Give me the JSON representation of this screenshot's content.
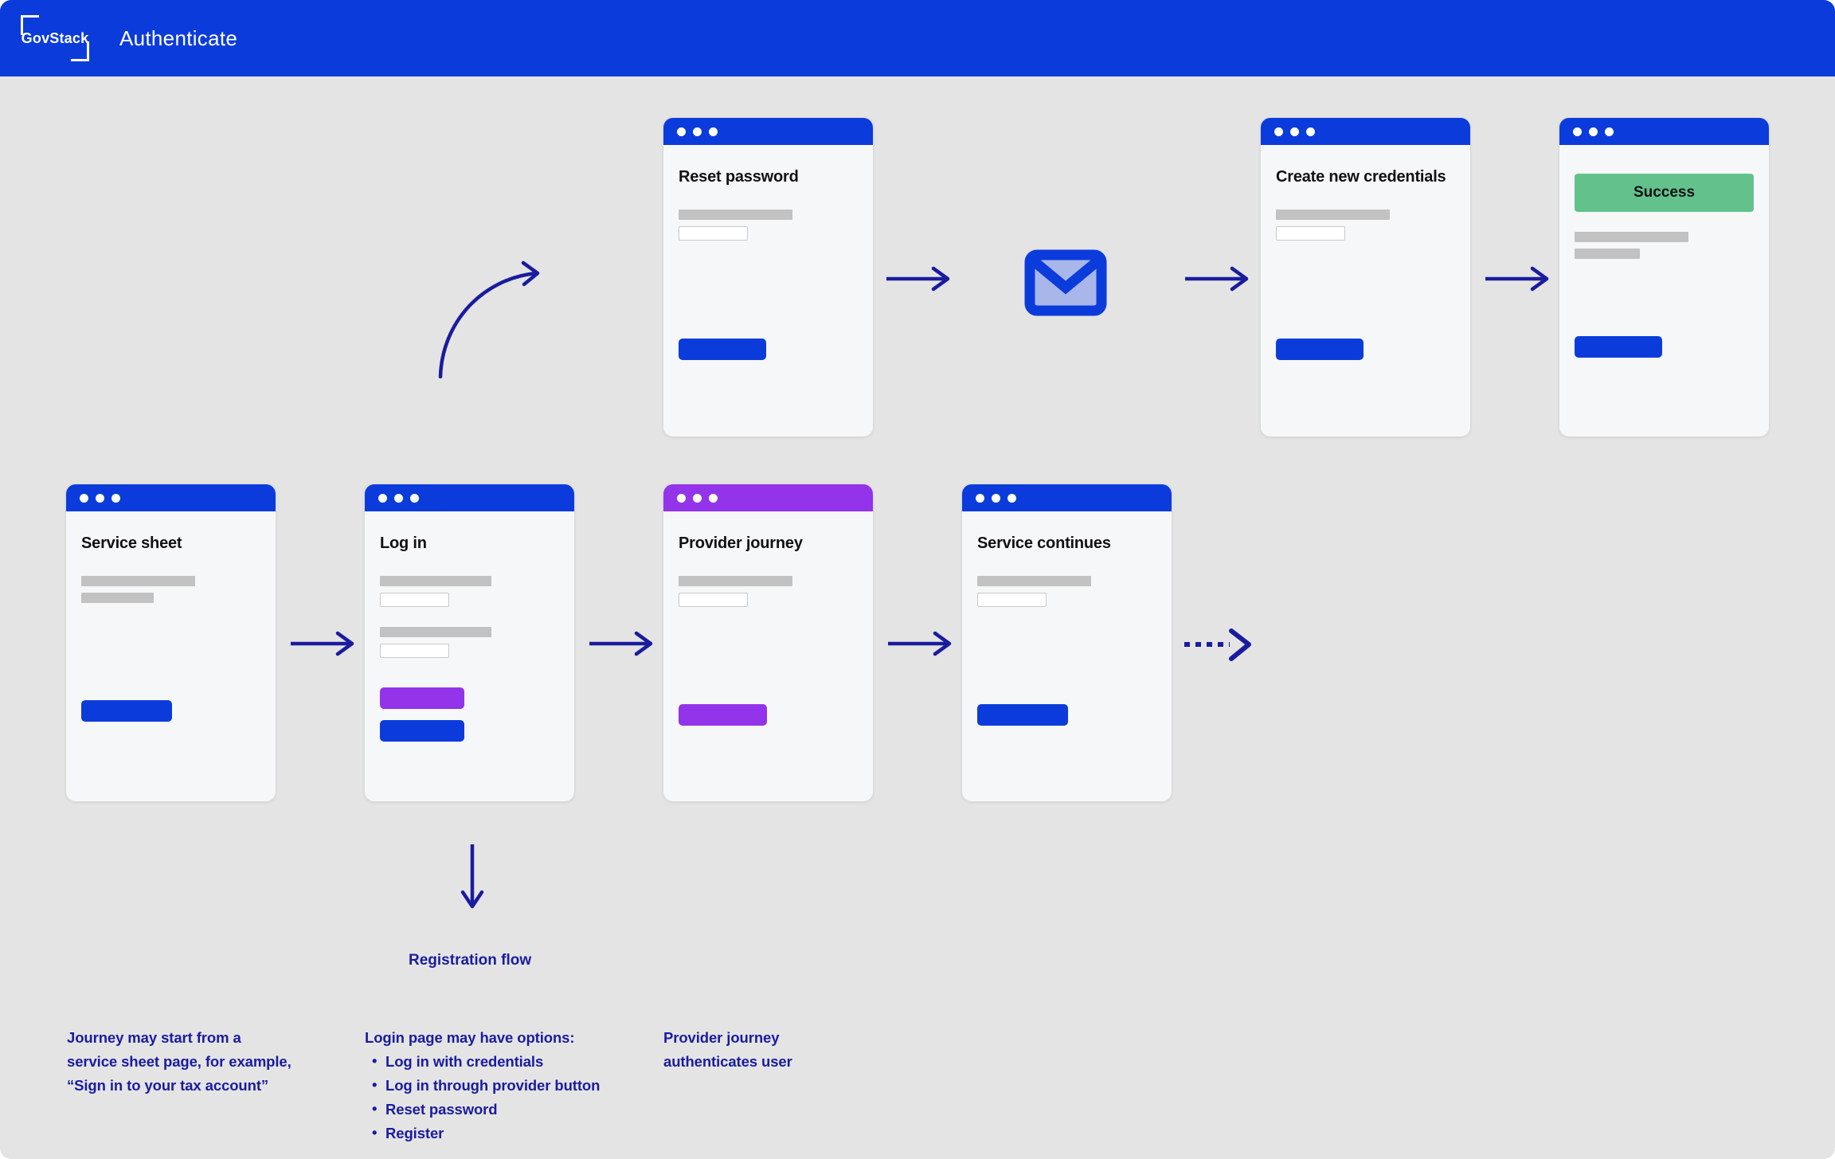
{
  "appbar": {
    "logo_text": "GovStack",
    "logo_icon": "corner-bracket-frame-icon",
    "title": "Authenticate",
    "bg_color": "#0B3CDB"
  },
  "canvas": {
    "bg_color": "#E4E4E4"
  },
  "palette": {
    "blue": "#0B3CDB",
    "purple": "#9333EA",
    "green": "#63C28C",
    "navy": "#1A1C9E",
    "gray_bar": "#C2C2C2",
    "card_bg": "#F6F7F9"
  },
  "cards": [
    {
      "id": "reset-password",
      "title": "Reset password",
      "bar_color": "blue",
      "button_color": "blue",
      "has_input": true,
      "has_success": false,
      "second_bar": false
    },
    {
      "id": "create-new-credentials",
      "title": "Create new credentials",
      "bar_color": "blue",
      "button_color": "blue",
      "has_input": true,
      "has_success": false,
      "second_bar": false
    },
    {
      "id": "success",
      "title": "Success",
      "bar_color": "blue",
      "button_color": "blue",
      "has_input": false,
      "has_success": true,
      "second_bar": true
    },
    {
      "id": "service-sheet",
      "title": "Service sheet",
      "bar_color": "blue",
      "button_color": "blue",
      "has_input": false,
      "has_success": false,
      "second_bar": true
    },
    {
      "id": "log-in",
      "title": "Log in",
      "bar_color": "blue",
      "button_color": "purple",
      "button2_color": "blue",
      "has_input": true,
      "has_success": false,
      "second_bar": false
    },
    {
      "id": "provider-journey",
      "title": "Provider journey",
      "bar_color": "purple",
      "button_color": "purple",
      "has_input": true,
      "has_success": false,
      "second_bar": false
    },
    {
      "id": "service-continues",
      "title": "Service continues",
      "bar_color": "blue",
      "button_color": "blue",
      "has_input": true,
      "has_success": false,
      "second_bar": false
    }
  ],
  "email_icon": {
    "name": "envelope-icon",
    "outline_color": "#0B3CDB",
    "fill_color": "#A8B6EA"
  },
  "flow_label": "Registration flow",
  "notes": {
    "note1": {
      "line1": "Journey may start from a",
      "line2": "service sheet page, for example,",
      "line3": "“Sign in to your tax account”"
    },
    "note2": {
      "heading": "Login page may have options:",
      "items": [
        "Log in with credentials",
        "Log in through provider button",
        "Reset password",
        "Register"
      ]
    },
    "note3": {
      "line1": "Provider journey",
      "line2": "authenticates user"
    }
  }
}
